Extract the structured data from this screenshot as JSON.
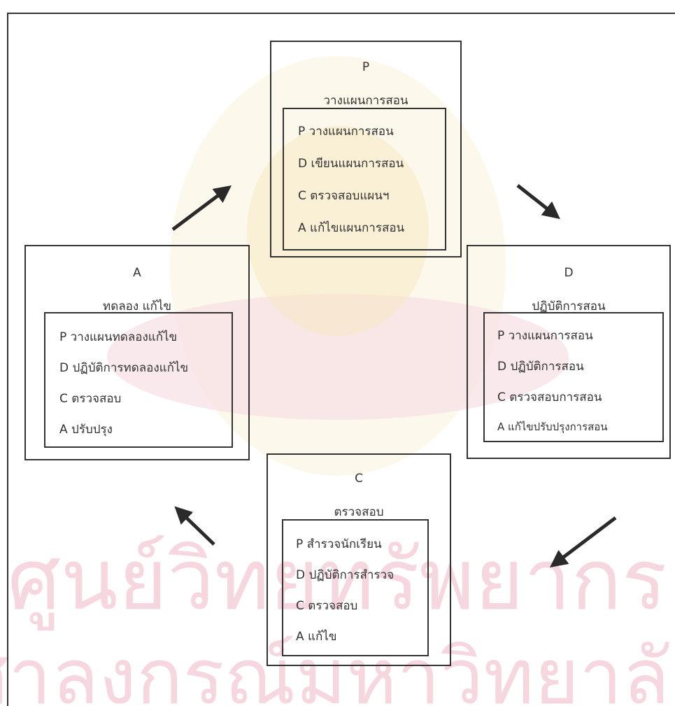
{
  "watermark": {
    "line1": "ศูนย์วิทยทรัพยากร",
    "line2": "ศาลงกรณ์มหาวิทยาลัย",
    "color": "#f0b8c8"
  },
  "boxes": {
    "p": {
      "letter": "P",
      "title": "วางแผนการสอน",
      "items": [
        "P วางแผนการสอน",
        "D เขียนแผนการสอน",
        "C ตรวจสอบแผนฯ",
        "A แก้ไขแผนการสอน"
      ]
    },
    "d": {
      "letter": "D",
      "title": "ปฏิบัติการสอน",
      "items": [
        "P วางแผนการสอน",
        "D ปฏิบัติการสอน",
        "C ตรวจสอบการสอน",
        "A แก้ไขปรับปรุงการสอน"
      ]
    },
    "c": {
      "letter": "C",
      "title": "ตรวจสอบ",
      "items": [
        "P สำรวจนักเรียน",
        "D ปฏิบัติการสำรวจ",
        "C ตรวจสอบ",
        "A แก้ไข"
      ]
    },
    "a": {
      "letter": "A",
      "title": "ทดลอง แก้ไข",
      "items": [
        "P วางแผนทดลองแก้ไข",
        "D ปฏิบัติการทดลองแก้ไข",
        "C ตรวจสอบ",
        "A ปรับปรุง"
      ]
    }
  },
  "colors": {
    "line": "#333333",
    "text": "#333333"
  }
}
